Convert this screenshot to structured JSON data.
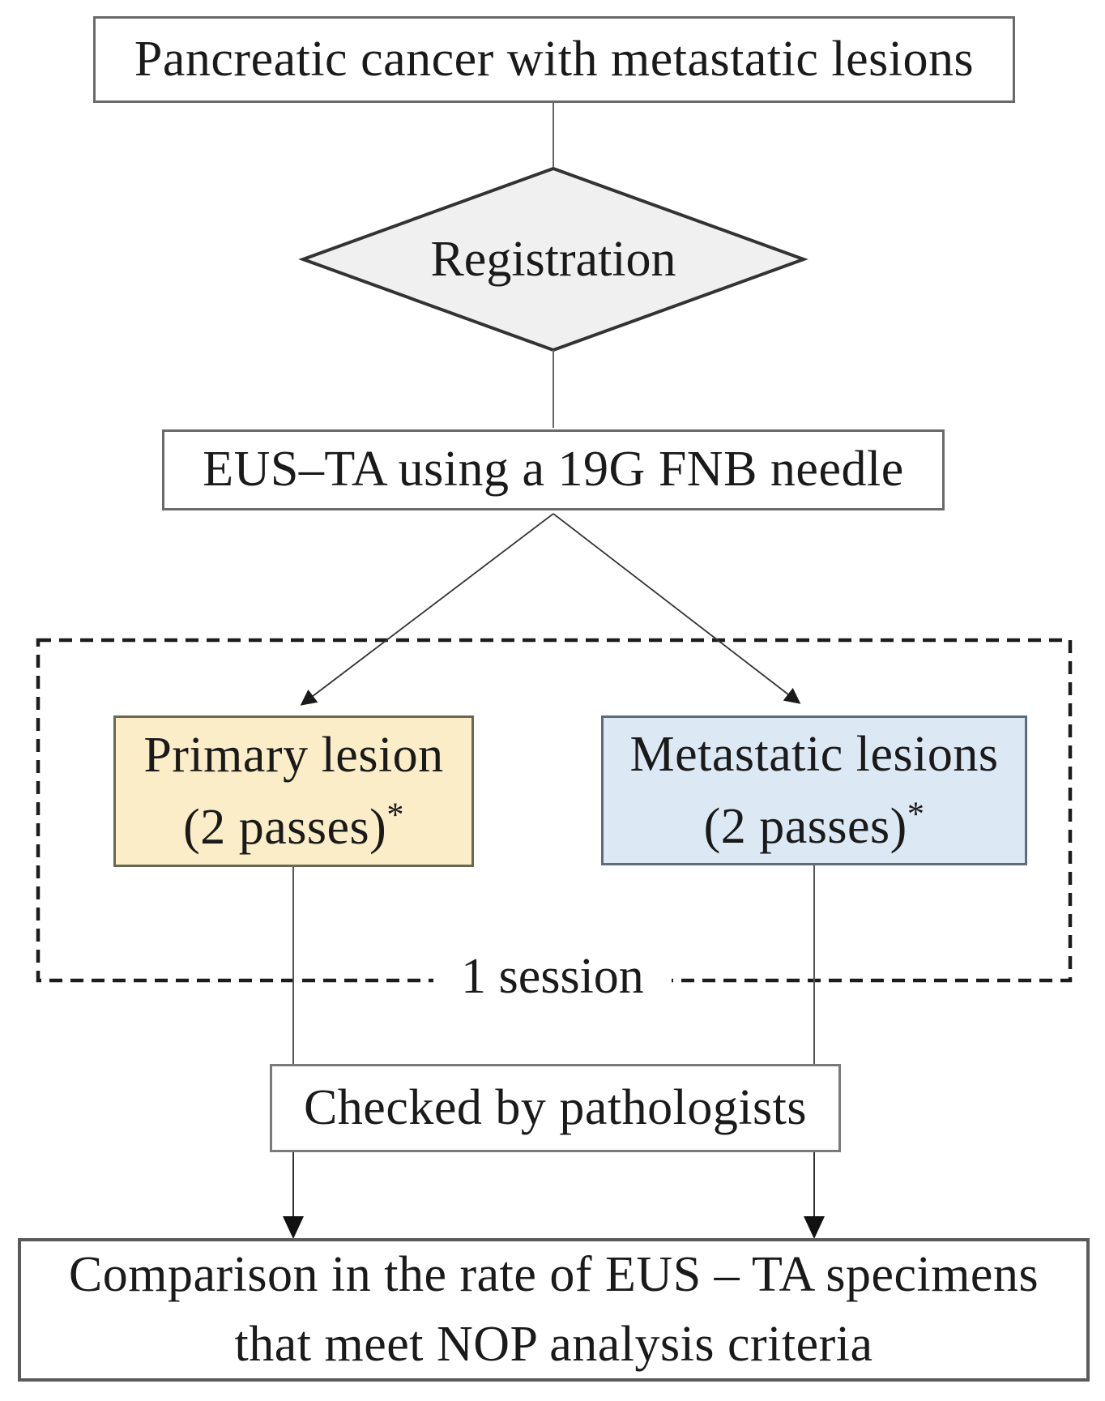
{
  "diagram": {
    "type": "flowchart",
    "nodes": {
      "pancreatic": {
        "label": "Pancreatic cancer with metastatic lesions"
      },
      "registration": {
        "label": "Registration"
      },
      "eus_ta": {
        "label": "EUS–TA using a 19G FNB needle"
      },
      "primary_lesion": {
        "line1": "Primary lesion",
        "line2": "(2 passes)",
        "sup": "*"
      },
      "metastatic_lesions": {
        "line1": "Metastatic lesions",
        "line2": "(2 passes)",
        "sup": "*"
      },
      "session": {
        "label": "1 session"
      },
      "checked": {
        "label": "Checked by pathologists"
      },
      "comparison": {
        "line1": "Comparison in the rate of EUS – TA specimens",
        "line2": "that meet NOP analysis criteria"
      }
    },
    "colors": {
      "primary_fill": "#FAEDC8",
      "primary_border": "#6A6850",
      "metastatic_fill": "#DCE8F4",
      "metastatic_border": "#5E6B7B",
      "diamond_fill": "#F0F0F0",
      "diamond_border": "#333333",
      "connector": "#555555",
      "arrow": "#1A1A1A",
      "dashed_border": "#1C1C1C",
      "text": "#1A1A1A"
    }
  }
}
